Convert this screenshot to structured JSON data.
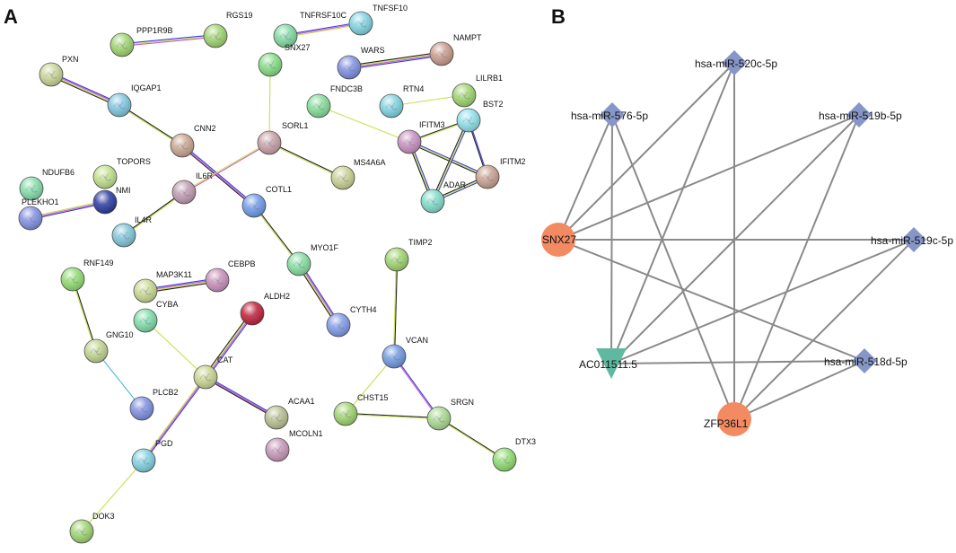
{
  "panels": {
    "a": {
      "label": "A"
    },
    "b": {
      "label": "B"
    }
  },
  "network_a": {
    "nodes": [
      {
        "id": "PPP1R9B",
        "color": "#9fd46f"
      },
      {
        "id": "RGS19",
        "color": "#9fd46f"
      },
      {
        "id": "TNFRSF10C",
        "color": "#7fd9a0"
      },
      {
        "id": "TNFSF10",
        "color": "#7fd3e0"
      },
      {
        "id": "SNX27",
        "color": "#84dc84"
      },
      {
        "id": "NAMPT",
        "color": "#c89a8a"
      },
      {
        "id": "WARS",
        "color": "#7f8fe0"
      },
      {
        "id": "PXN",
        "color": "#c8d494"
      },
      {
        "id": "IQGAP1",
        "color": "#7fc6e0"
      },
      {
        "id": "FNDC3B",
        "color": "#84dc98"
      },
      {
        "id": "RTN4",
        "color": "#7fd3e0"
      },
      {
        "id": "LILRB1",
        "color": "#9fd46f"
      },
      {
        "id": "BST2",
        "color": "#8fdfe8"
      },
      {
        "id": "CNN2",
        "color": "#c9a58f"
      },
      {
        "id": "SORL1",
        "color": "#c8a0a8"
      },
      {
        "id": "IFITM3",
        "color": "#c890c0"
      },
      {
        "id": "IFITM2",
        "color": "#c8a090"
      },
      {
        "id": "MS4A6A",
        "color": "#c8d090"
      },
      {
        "id": "ADAR",
        "color": "#7fdcc8"
      },
      {
        "id": "NDUFB6",
        "color": "#84dca8"
      },
      {
        "id": "TOPORS",
        "color": "#bfe08a"
      },
      {
        "id": "NMI",
        "color": "#2a3aa0"
      },
      {
        "id": "PLEKHO1",
        "color": "#8090e0"
      },
      {
        "id": "IL6R",
        "color": "#c09ab0"
      },
      {
        "id": "COTL1",
        "color": "#6f9ae8"
      },
      {
        "id": "IL4R",
        "color": "#7fc6d8"
      },
      {
        "id": "MYO1F",
        "color": "#84dca0"
      },
      {
        "id": "TIMP2",
        "color": "#9fd46f"
      },
      {
        "id": "RNF149",
        "color": "#8fdc6f"
      },
      {
        "id": "MAP3K11",
        "color": "#c8d890"
      },
      {
        "id": "CEBPB",
        "color": "#c890b8"
      },
      {
        "id": "CYBA",
        "color": "#7fdca8"
      },
      {
        "id": "ALDH2",
        "color": "#c0203a"
      },
      {
        "id": "CYTH4",
        "color": "#7f9ae8"
      },
      {
        "id": "GNG10",
        "color": "#c0d490"
      },
      {
        "id": "CAT",
        "color": "#c8d490"
      },
      {
        "id": "VCAN",
        "color": "#6f9ae0"
      },
      {
        "id": "PLCB2",
        "color": "#7f8fe0"
      },
      {
        "id": "ACAA1",
        "color": "#b8c090"
      },
      {
        "id": "CHST15",
        "color": "#9fd46f"
      },
      {
        "id": "SRGN",
        "color": "#a8d890"
      },
      {
        "id": "MCOLN1",
        "color": "#c898b8"
      },
      {
        "id": "PGD",
        "color": "#7fd0e0"
      },
      {
        "id": "DTX3",
        "label": "DTX3",
        "color": "#8fdc6f"
      },
      {
        "id": "DOK3",
        "color": "#9fd46f"
      }
    ],
    "edges": [
      {
        "source": "PPP1R9B",
        "target": "RGS19",
        "colors": [
          "#3a3ae0",
          "#c8e050",
          "#c85ac8"
        ]
      },
      {
        "source": "TNFRSF10C",
        "target": "TNFSF10",
        "colors": [
          "#3a3ae0",
          "#c85ac8",
          "#c8e050"
        ]
      },
      {
        "source": "NAMPT",
        "target": "WARS",
        "colors": [
          "#3a3ae0",
          "#c85ac8",
          "#c8e050",
          "#222222"
        ]
      },
      {
        "source": "PXN",
        "target": "IQGAP1",
        "colors": [
          "#3a3ae0",
          "#c85ac8",
          "#c8e050",
          "#222222"
        ]
      },
      {
        "source": "IQGAP1",
        "target": "CNN2",
        "colors": [
          "#222222",
          "#c8e050"
        ]
      },
      {
        "source": "CNN2",
        "target": "COTL1",
        "colors": [
          "#3a3ae0",
          "#c85ac8",
          "#222222"
        ]
      },
      {
        "source": "SNX27",
        "target": "SORL1",
        "colors": [
          "#c8e050"
        ]
      },
      {
        "source": "SORL1",
        "target": "MS4A6A",
        "colors": [
          "#222222",
          "#c8e050"
        ]
      },
      {
        "source": "SORL1",
        "target": "IL6R",
        "colors": [
          "#c85ac8",
          "#c8e050"
        ]
      },
      {
        "source": "FNDC3B",
        "target": "IFITM3",
        "colors": [
          "#c8e050"
        ]
      },
      {
        "source": "RTN4",
        "target": "LILRB1",
        "colors": [
          "#c8e050"
        ]
      },
      {
        "source": "IFITM3",
        "target": "BST2",
        "colors": [
          "#222222",
          "#c8e050"
        ]
      },
      {
        "source": "IFITM3",
        "target": "IFITM2",
        "colors": [
          "#3a3ae0",
          "#c8e050",
          "#222222"
        ]
      },
      {
        "source": "IFITM3",
        "target": "ADAR",
        "colors": [
          "#3a3ae0",
          "#c8e050",
          "#222222"
        ]
      },
      {
        "source": "BST2",
        "target": "ADAR",
        "colors": [
          "#3a3ae0",
          "#c8e050",
          "#222222"
        ]
      },
      {
        "source": "BST2",
        "target": "IFITM2",
        "colors": [
          "#3a3ae0",
          "#222222"
        ]
      },
      {
        "source": "IFITM2",
        "target": "ADAR",
        "colors": [
          "#3a3ae0",
          "#c8e050",
          "#222222"
        ]
      },
      {
        "source": "NMI",
        "target": "PLEKHO1",
        "colors": [
          "#3a3ae0",
          "#c85ac8",
          "#c8e050"
        ]
      },
      {
        "source": "IL6R",
        "target": "IL4R",
        "colors": [
          "#c8e050",
          "#222222"
        ]
      },
      {
        "source": "COTL1",
        "target": "MYO1F",
        "colors": [
          "#222222",
          "#c8e050"
        ]
      },
      {
        "source": "MYO1F",
        "target": "CYTH4",
        "colors": [
          "#3a3ae0",
          "#c85ac8",
          "#c8e050",
          "#222222"
        ]
      },
      {
        "source": "MAP3K11",
        "target": "CEBPB",
        "colors": [
          "#3a3ae0",
          "#c85ac8",
          "#c8e050",
          "#222222"
        ]
      },
      {
        "source": "RNF149",
        "target": "GNG10",
        "colors": [
          "#222222",
          "#c8e050"
        ]
      },
      {
        "source": "GNG10",
        "target": "PLCB2",
        "colors": [
          "#4ab8d8"
        ]
      },
      {
        "source": "CYBA",
        "target": "CAT",
        "colors": [
          "#c8e050"
        ]
      },
      {
        "source": "ALDH2",
        "target": "CAT",
        "colors": [
          "#3a3ae0",
          "#c85ac8",
          "#c8e050",
          "#222222"
        ]
      },
      {
        "source": "CAT",
        "target": "ACAA1",
        "colors": [
          "#3a3ae0",
          "#c85ac8",
          "#222222"
        ]
      },
      {
        "source": "CAT",
        "target": "PGD",
        "colors": [
          "#3a3ae0",
          "#c85ac8",
          "#c8e050"
        ]
      },
      {
        "source": "PGD",
        "target": "DOK3",
        "colors": [
          "#c8e050"
        ]
      },
      {
        "source": "TIMP2",
        "target": "VCAN",
        "colors": [
          "#222222",
          "#c8e050"
        ]
      },
      {
        "source": "VCAN",
        "target": "CHST15",
        "colors": [
          "#c8e050"
        ]
      },
      {
        "source": "VCAN",
        "target": "SRGN",
        "colors": [
          "#3a3ae0",
          "#c85ac8"
        ]
      },
      {
        "source": "CHST15",
        "target": "SRGN",
        "colors": [
          "#222222",
          "#c8e050"
        ]
      },
      {
        "source": "SRGN",
        "target": "DTX3",
        "colors": [
          "#222222",
          "#c8e050"
        ]
      }
    ]
  },
  "network_b": {
    "style": {
      "edge_color": "#8a8a8a",
      "mirna_color": "#8796c8",
      "mrna_color": "#f28a62",
      "lncrna_color": "#5fb8a0"
    },
    "nodes": [
      {
        "id": "hsa-miR-520c-5p",
        "type": "miRNA",
        "shape": "diamond"
      },
      {
        "id": "hsa-miR-576-5p",
        "type": "miRNA",
        "shape": "diamond"
      },
      {
        "id": "hsa-miR-519b-5p",
        "type": "miRNA",
        "shape": "diamond"
      },
      {
        "id": "hsa-miR-519c-5p",
        "type": "miRNA",
        "shape": "diamond"
      },
      {
        "id": "hsa-miR-518d-5p",
        "type": "miRNA",
        "shape": "diamond"
      },
      {
        "id": "SNX27",
        "type": "mRNA",
        "shape": "circle"
      },
      {
        "id": "ZFP36L1",
        "type": "mRNA",
        "shape": "circle"
      },
      {
        "id": "AC011511.5",
        "type": "lncRNA",
        "shape": "triangle"
      }
    ],
    "edges": [
      {
        "source": "SNX27",
        "target": "hsa-miR-576-5p"
      },
      {
        "source": "SNX27",
        "target": "hsa-miR-520c-5p"
      },
      {
        "source": "SNX27",
        "target": "hsa-miR-519b-5p"
      },
      {
        "source": "SNX27",
        "target": "hsa-miR-519c-5p"
      },
      {
        "source": "SNX27",
        "target": "hsa-miR-518d-5p"
      },
      {
        "source": "ZFP36L1",
        "target": "hsa-miR-576-5p"
      },
      {
        "source": "ZFP36L1",
        "target": "hsa-miR-520c-5p"
      },
      {
        "source": "ZFP36L1",
        "target": "hsa-miR-519b-5p"
      },
      {
        "source": "ZFP36L1",
        "target": "hsa-miR-519c-5p"
      },
      {
        "source": "ZFP36L1",
        "target": "hsa-miR-518d-5p"
      },
      {
        "source": "AC011511.5",
        "target": "hsa-miR-576-5p"
      },
      {
        "source": "AC011511.5",
        "target": "hsa-miR-520c-5p"
      },
      {
        "source": "AC011511.5",
        "target": "hsa-miR-519b-5p"
      },
      {
        "source": "AC011511.5",
        "target": "hsa-miR-519c-5p"
      },
      {
        "source": "AC011511.5",
        "target": "hsa-miR-518d-5p"
      }
    ]
  }
}
